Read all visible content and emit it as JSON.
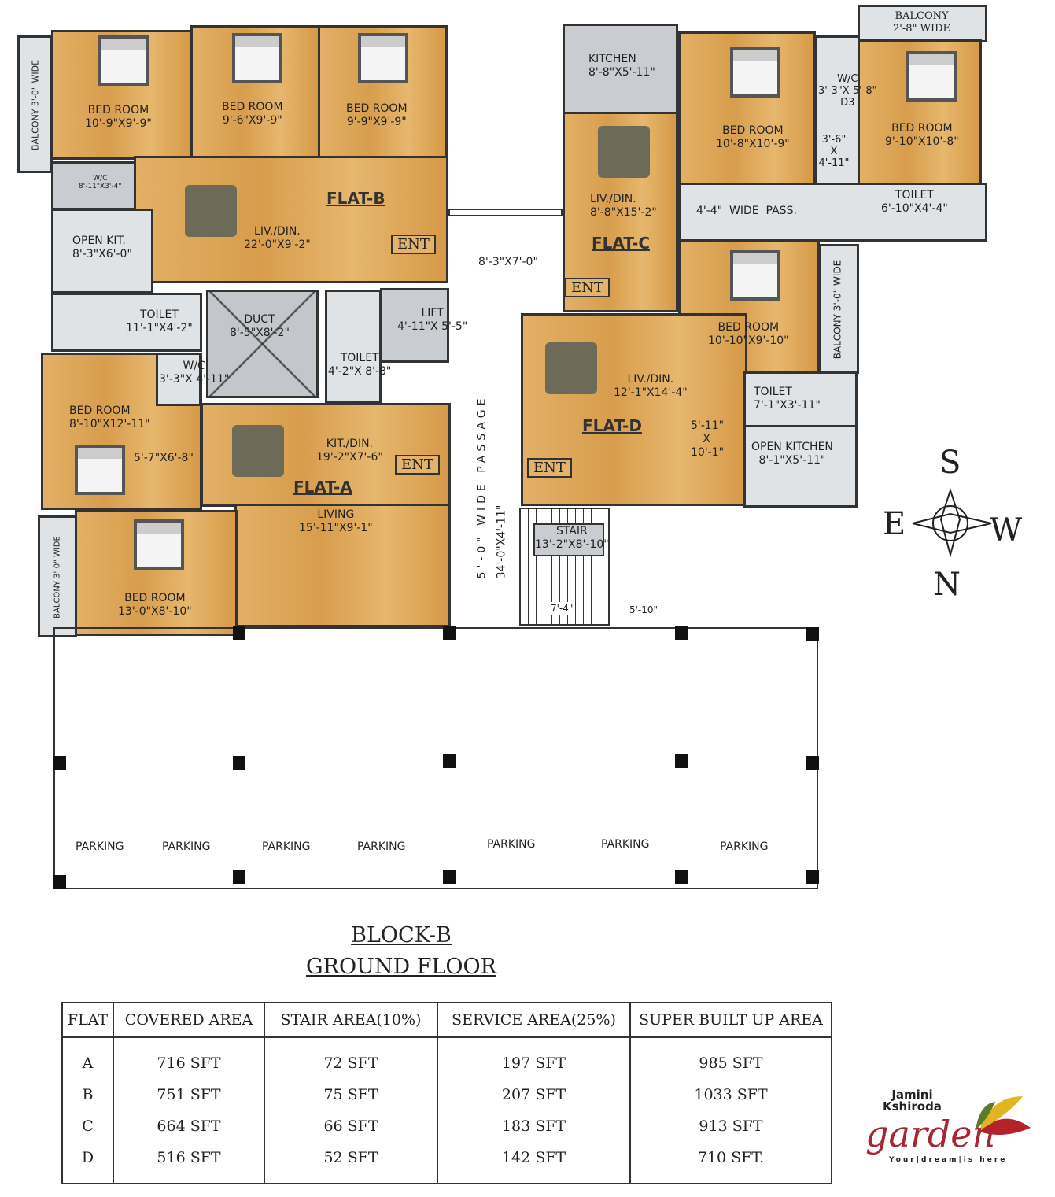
{
  "flat_b": {
    "label": "FLAT-B",
    "bed1": "BED ROOM",
    "bed1_dim": "10'-9\"X9'-9\"",
    "bed2": "BED ROOM",
    "bed2_dim": "9'-6\"X9'-9\"",
    "bed3": "BED ROOM",
    "bed3_dim": "9'-9\"X9'-9\"",
    "wc": "W/C",
    "wc_dim": "8'-11\"X3'-4\"",
    "kit": "OPEN KIT.",
    "kit_dim": "8'-3\"X6'-0\"",
    "liv": "LIV./DIN.",
    "liv_dim": "22'-0\"X9'-2\"",
    "ent": "ENT",
    "balcony": "BALCONY 3'-0\" WIDE"
  },
  "core": {
    "toilet1": "TOILET",
    "toilet1_dim": "11'-1\"X4'-2\"",
    "duct": "DUCT",
    "duct_dim": "8'-5\"X8'-2\"",
    "toilet2": "TOILET",
    "toilet2_dim": "4'-2\"X 8'-8\"",
    "lift": "LIFT",
    "lift_dim": "4'-11\"X 5'-5\"",
    "lobby_dim": "8'-3\"X7'-0\"",
    "passage": "5'-0\" WIDE PASSAGE",
    "passage_dim": "34'-0\"X4'-11\"",
    "stair": "STAIR",
    "stair_dim": "13'-2\"X8'-10\"",
    "stair_w": "7'-4\"",
    "stair_l": "5'-10\""
  },
  "flat_a": {
    "label": "FLAT-A",
    "bed1": "BED ROOM",
    "bed1_dim": "8'-10\"X12'-11\"",
    "wc": "W/C",
    "wc_dim": "3'-3\"X 4'-11\"",
    "niche": "5'-7\"X6'-8\"",
    "kit": "KIT./DIN.",
    "kit_dim": "19'-2\"X7'-6\"",
    "living": "LIVING",
    "living_dim": "15'-11\"X9'-1\"",
    "bed2": "BED ROOM",
    "bed2_dim": "13'-0\"X8'-10\"",
    "ent": "ENT",
    "balcony": "BALCONY 3'-0\" WIDE"
  },
  "flat_c": {
    "label": "FLAT-C",
    "kitchen": "KITCHEN",
    "kitchen_dim": "8'-8\"X5'-11\"",
    "liv": "LIV./DIN.",
    "liv_dim": "8'-8\"X15'-2\"",
    "bed1": "BED ROOM",
    "bed1_dim": "10'-8\"X10'-9\"",
    "wc": "W/C",
    "wc_dim": "3'-3\"X 5'-8\"",
    "d3": "D3",
    "niche": "3'-6\" X 4'-11\"",
    "bed2": "BED ROOM",
    "bed2_dim": "9'-10\"X10'-8\"",
    "balcony": "BALCONY",
    "balcony_dim": "2'-8\" WIDE",
    "pass": "4'-4\"  WIDE  PASS.",
    "toilet": "TOILET",
    "toilet_dim": "6'-10\"X4'-4\"",
    "ent": "ENT"
  },
  "flat_d": {
    "label": "FLAT-D",
    "bed": "BED ROOM",
    "bed_dim": "10'-10\"X9'-10\"",
    "balcony": "BALCONY 3'-0\" WIDE",
    "liv": "LIV./DIN.",
    "liv_dim": "12'-1\"X14'-4\"",
    "niche": "5'-11\" X 10'-1\"",
    "toilet": "TOILET",
    "toilet_dim": "7'-1\"X3'-11\"",
    "kit": "OPEN KITCHEN",
    "kit_dim": "8'-1\"X5'-11\"",
    "ent": "ENT"
  },
  "parking": [
    "PARKING",
    "PARKING",
    "PARKING",
    "PARKING",
    "PARKING",
    "PARKING",
    "PARKING"
  ],
  "compass": {
    "s": "S",
    "e": "E",
    "w": "W",
    "n": "N"
  },
  "title": {
    "block": "BLOCK-B",
    "floor": "GROUND FLOOR"
  },
  "area_table": {
    "headers": [
      "FLAT",
      "COVERED AREA",
      "STAIR AREA(10%)",
      "SERVICE AREA(25%)",
      "SUPER BUILT UP AREA"
    ],
    "flats": [
      "A",
      "B",
      "C",
      "D"
    ],
    "covered": [
      "716 SFT",
      "751 SFT",
      "664 SFT",
      "516 SFT"
    ],
    "stair": [
      "72 SFT",
      "75 SFT",
      "66 SFT",
      "52 SFT"
    ],
    "service": [
      "197 SFT",
      "207 SFT",
      "183 SFT",
      "142 SFT"
    ],
    "super": [
      "985 SFT",
      "1033 SFT",
      "913 SFT",
      "710 SFT."
    ]
  },
  "logo": {
    "line1": "Jamini",
    "line2": "Kshiroda",
    "brand": "garden",
    "tagline": "Your|dream|is here"
  }
}
